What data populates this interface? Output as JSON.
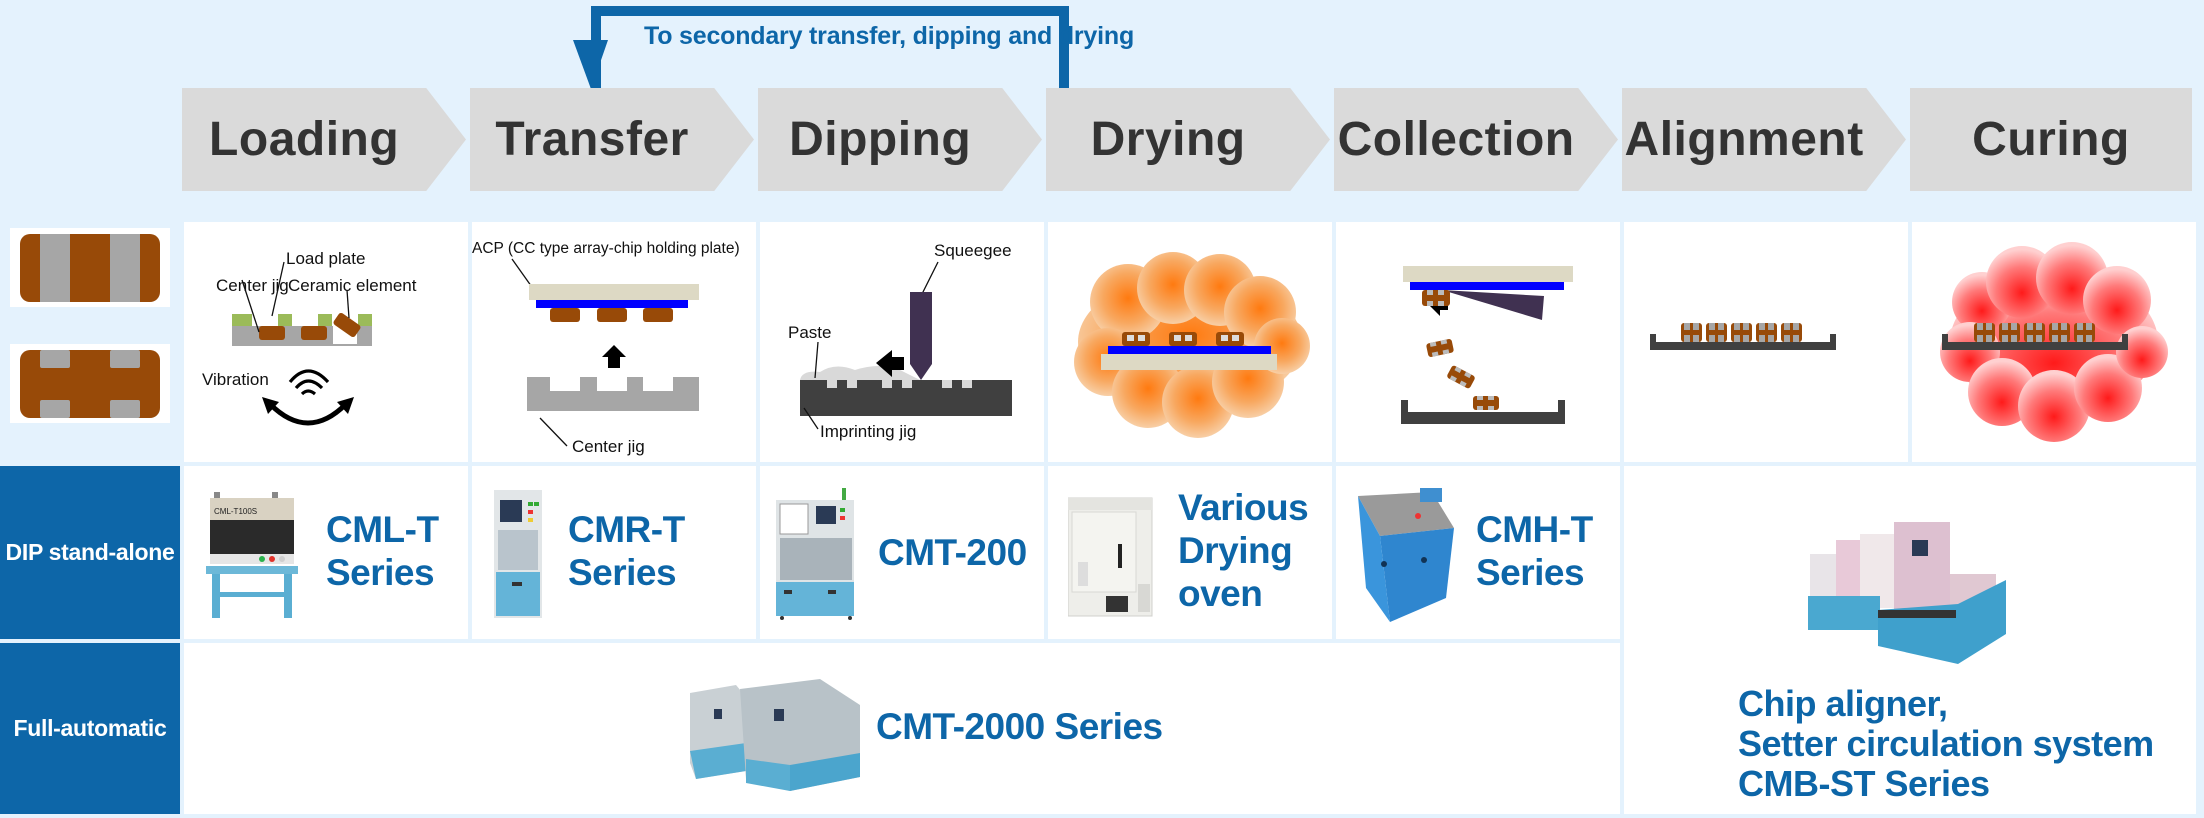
{
  "loop_arrow": {
    "label": "To secondary transfer, dipping and drying",
    "from_step": "Drying",
    "to_step": "Transfer",
    "color": "#0d66a8"
  },
  "steps": [
    {
      "label": "Loading"
    },
    {
      "label": "Transfer"
    },
    {
      "label": "Dipping"
    },
    {
      "label": "Drying"
    },
    {
      "label": "Collection"
    },
    {
      "label": "Alignment"
    },
    {
      "label": "Curing"
    }
  ],
  "chip_types": [
    {
      "name": "array-chip-striped-icon"
    },
    {
      "name": "array-chip-h-type-icon"
    }
  ],
  "diagrams": {
    "loading": {
      "labels": {
        "load_plate": "Load plate",
        "center_jig": "Center jig",
        "ceramic_element": "Ceramic element",
        "vibration": "Vibration"
      }
    },
    "transfer": {
      "labels": {
        "acp": "ACP (CC type array-chip holding plate)",
        "center_jig": "Center jig"
      }
    },
    "dipping": {
      "labels": {
        "squeegee": "Squeegee",
        "paste": "Paste",
        "imprinting_jig": "Imprinting jig"
      }
    }
  },
  "row_labels": {
    "standalone": "DIP stand-alone",
    "full_auto": "Full-automatic"
  },
  "equipment": {
    "loading": {
      "line1": "CML-T",
      "line2": "Series",
      "machine_tag": "CML-T100S"
    },
    "transfer": {
      "line1": "CMR-T",
      "line2": "Series"
    },
    "dipping": {
      "line1": "CMT-200"
    },
    "drying": {
      "line1": "Various",
      "line2": "Drying",
      "line3": "oven"
    },
    "collection": {
      "line1": "CMH-T",
      "line2": "Series"
    },
    "full_auto": {
      "line1": "CMT-2000 Series"
    },
    "alignment_curing": {
      "line1": "Chip aligner,",
      "line2": "Setter circulation system",
      "line3": "CMB-ST Series"
    }
  },
  "colors": {
    "accent": "#0d66a8",
    "background": "#e4f2fd",
    "chevron": "#dadada",
    "ceramic": "#984a08",
    "electrode": "#a6a6a6",
    "acp": "#ddd9c4",
    "blue_film": "#0000ff",
    "jig_dark": "#404040",
    "squeegee": "#403151"
  }
}
